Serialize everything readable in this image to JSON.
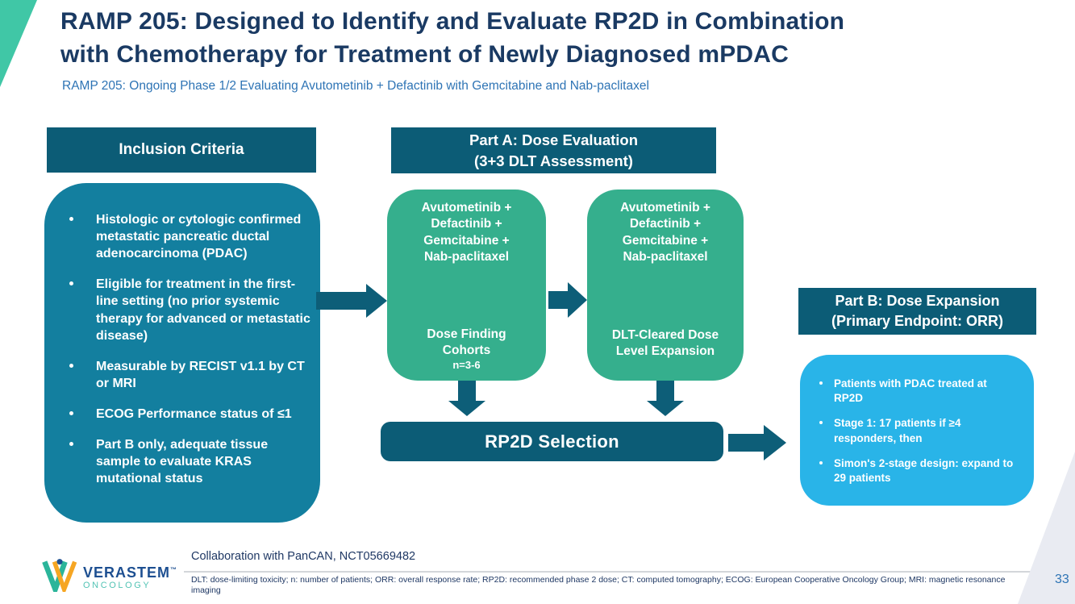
{
  "colors": {
    "dark_teal": "#0C5C76",
    "inclusion_teal": "#137F9F",
    "green_box": "#35AF8D",
    "light_blue_box": "#29B4E8",
    "mint_accent": "#40C7A6",
    "title_navy": "#1A3A63",
    "accent_blue": "#2E74B5"
  },
  "header": {
    "title_line1": "RAMP 205: Designed to Identify and Evaluate RP2D in Combination",
    "title_line2": "with Chemotherapy for Treatment of Newly Diagnosed mPDAC",
    "subtitle": "RAMP 205: Ongoing Phase 1/2 Evaluating Avutometinib + Defactinib with Gemcitabine and Nab-paclitaxel"
  },
  "inclusion": {
    "header": "Inclusion Criteria",
    "bullets": [
      "Histologic or cytologic confirmed metastatic pancreatic ductal adenocarcinoma (PDAC)",
      "Eligible for treatment in the first-line setting (no prior systemic therapy for advanced or metastatic disease)",
      "Measurable by RECIST v1.1 by CT or MRI",
      "ECOG Performance status of ≤1",
      "Part B only, adequate tissue sample to evaluate KRAS mutational status"
    ]
  },
  "part_a": {
    "header_line1": "Part A: Dose Evaluation",
    "header_line2": "(3+3 DLT Assessment)",
    "box1": {
      "combo_lines": [
        "Avutometinib +",
        "Defactinib +",
        "Gemcitabine +",
        "Nab-paclitaxel"
      ],
      "label_line1": "Dose Finding",
      "label_line2": "Cohorts",
      "n": "n=3-6"
    },
    "box2": {
      "combo_lines": [
        "Avutometinib +",
        "Defactinib +",
        "Gemcitabine +",
        "Nab-paclitaxel"
      ],
      "label_line1": "DLT-Cleared Dose",
      "label_line2": "Level Expansion"
    }
  },
  "rp2d": {
    "label": "RP2D Selection"
  },
  "part_b": {
    "header_line1": "Part B: Dose Expansion",
    "header_line2": "(Primary Endpoint: ORR)",
    "bullets": [
      "Patients with PDAC treated at RP2D",
      "Stage 1: 17 patients if ≥4 responders, then",
      "Simon's 2-stage design: expand to 29 patients"
    ]
  },
  "footer": {
    "logo_primary": "VERASTEM",
    "logo_trademark": "™",
    "logo_secondary": "ONCOLOGY",
    "collaboration": "Collaboration with PanCAN, NCT05669482",
    "abbreviations": "DLT: dose-limiting toxicity; n: number of patients; ORR: overall response rate; RP2D: recommended phase 2 dose; CT: computed tomography; ECOG: European Cooperative Oncology Group; MRI: magnetic resonance imaging",
    "page_number": "33"
  }
}
